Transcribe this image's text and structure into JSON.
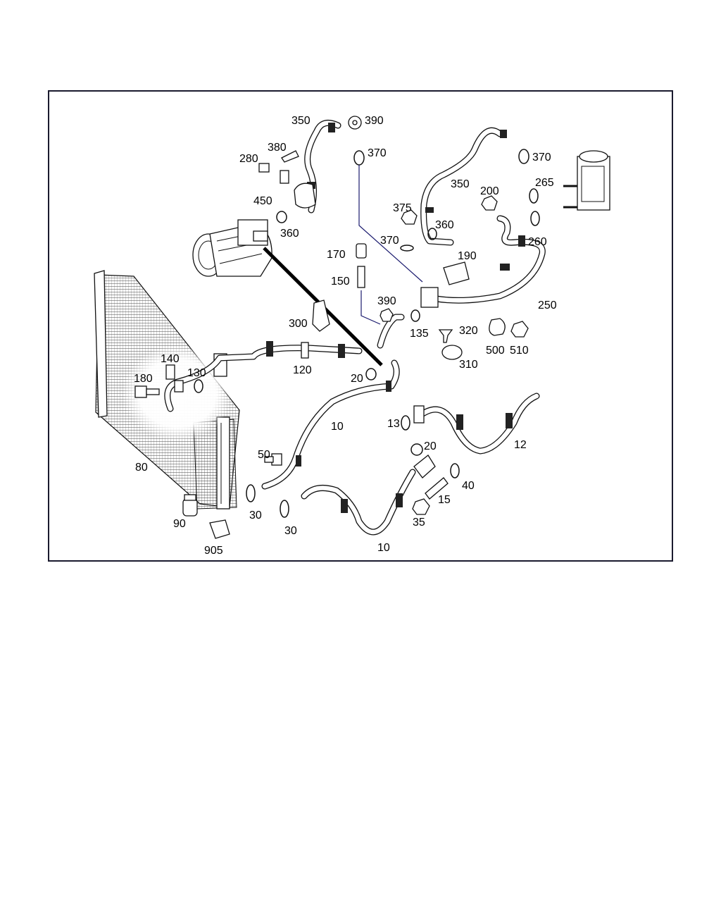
{
  "diagram": {
    "labels": {
      "p350a": "350",
      "p390a": "390",
      "p380": "380",
      "p370a": "370",
      "p280": "280",
      "p450": "450",
      "p360a": "360",
      "p370b": "370",
      "p350b": "350",
      "p200": "200",
      "p265": "265",
      "p375": "375",
      "p360b": "360",
      "p370c": "370",
      "p260": "260",
      "p170": "170",
      "p190": "190",
      "p150": "150",
      "p390b": "390",
      "p300": "300",
      "p135": "135",
      "p320": "320",
      "p250": "250",
      "p140": "140",
      "p180": "180",
      "p130": "130",
      "p120": "120",
      "p500": "500",
      "p510": "510",
      "p310": "310",
      "p20a": "20",
      "p10a": "10",
      "p13": "13",
      "p12": "12",
      "p20b": "20",
      "p50": "50",
      "p80": "80",
      "p40": "40",
      "p15": "15",
      "p30a": "30",
      "p30b": "30",
      "p35": "35",
      "p90": "90",
      "p10b": "10",
      "p905": "905"
    }
  }
}
